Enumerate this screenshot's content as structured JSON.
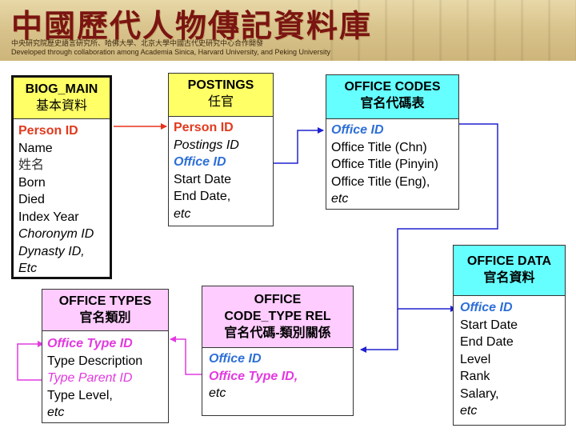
{
  "banner": {
    "title": "中國歷代人物傳記資料庫",
    "sub_line1": "中央研究院歷史語言研究所、哈佛大學、北京大學中國古代史研究中心合作開發",
    "sub_line2": "Developed through collaboration among Academia Sinica, Harvard University, and Peking University"
  },
  "tables": {
    "biog_main": {
      "title_en": "BIOG_MAIN",
      "title_cn": "基本資料",
      "fields": [
        "Person ID",
        "Name",
        "姓名",
        "Born",
        "Died",
        "Index Year",
        "Choronym ID",
        "Dynasty ID,",
        "Etc"
      ]
    },
    "postings": {
      "title_en": "POSTINGS",
      "title_cn": "任官",
      "fields": [
        "Person ID",
        "Postings ID",
        "Office ID",
        "Start Date",
        "End Date,",
        "etc"
      ]
    },
    "office_codes": {
      "title_en": "OFFICE CODES",
      "title_cn": "官名代碼表",
      "fields": [
        "Office ID",
        "Office Title (Chn)",
        "Office Title (Pinyin)",
        "Office Title (Eng),",
        "etc"
      ]
    },
    "office_data": {
      "title_en": "OFFICE DATA",
      "title_cn": "官名資料",
      "fields": [
        "Office ID",
        "Start Date",
        "End Date",
        "Level",
        "Rank",
        "Salary,",
        "etc"
      ]
    },
    "office_code_type_rel": {
      "title_en_1": "OFFICE",
      "title_en_2": "CODE_TYPE REL",
      "title_cn": "官名代碼-類別關係",
      "fields": [
        "Office ID",
        "Office Type ID,",
        "etc"
      ]
    },
    "office_types": {
      "title_en": "OFFICE TYPES",
      "title_cn": "官名類別",
      "fields": [
        "Office Type ID",
        "Type Description",
        "Type Parent ID",
        "Type Level,",
        "etc"
      ]
    }
  },
  "colors": {
    "biog_header": "#ffff66",
    "postings_header": "#ffff66",
    "office_codes_header": "#66ffff",
    "office_data_header": "#66ffff",
    "rel_header": "#ffccff",
    "types_header": "#ffccff",
    "red_link": "#e8321e",
    "blue_link": "#2020d0",
    "magenta_link": "#e23ae0"
  }
}
